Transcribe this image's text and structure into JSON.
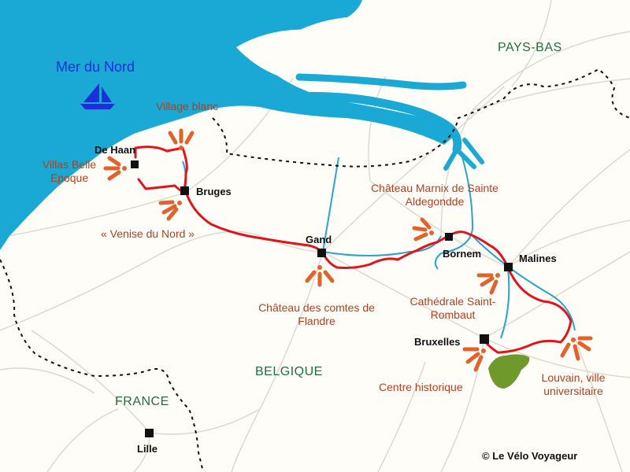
{
  "map": {
    "colors": {
      "sea": "#1aa8d4",
      "land": "#fffdf8",
      "route": "#e0141a",
      "rivers": "#2aa4c9",
      "roads": "#ddd6ca",
      "borders": "#111111",
      "poi_marker": "#e0632b",
      "poi_text": "#b2401f",
      "forest": "#6e9a2b"
    },
    "sea_label": "Mer du Nord",
    "countries": {
      "netherlands": "PAYS-BAS",
      "belgium": "BELGIQUE",
      "france": "FRANCE"
    },
    "cities": {
      "de_haan": "De Haan",
      "bruges": "Bruges",
      "gand": "Gand",
      "bornem": "Bornem",
      "malines": "Malines",
      "bruxelles": "Bruxelles",
      "lille": "Lille"
    },
    "points_of_interest": {
      "village_blanc": "Village blanc",
      "villas_belle_epoque": "Villas Belle Epoque",
      "venise_du_nord": "« Venise du Nord »",
      "chateau_comtes": "Château des comtes de Flandre",
      "chateau_marnix": "Château Marnix de Sainte Aldegondde",
      "cathedrale": "Cathédrale Saint-Rombaut",
      "centre_historique": "Centre historique",
      "louvain": "Louvain, ville universitaire"
    },
    "credit": "© Le Vélo Voyageur",
    "icons": [
      "sailboat-icon",
      "city-square-marker",
      "poi-burst-marker"
    ]
  }
}
